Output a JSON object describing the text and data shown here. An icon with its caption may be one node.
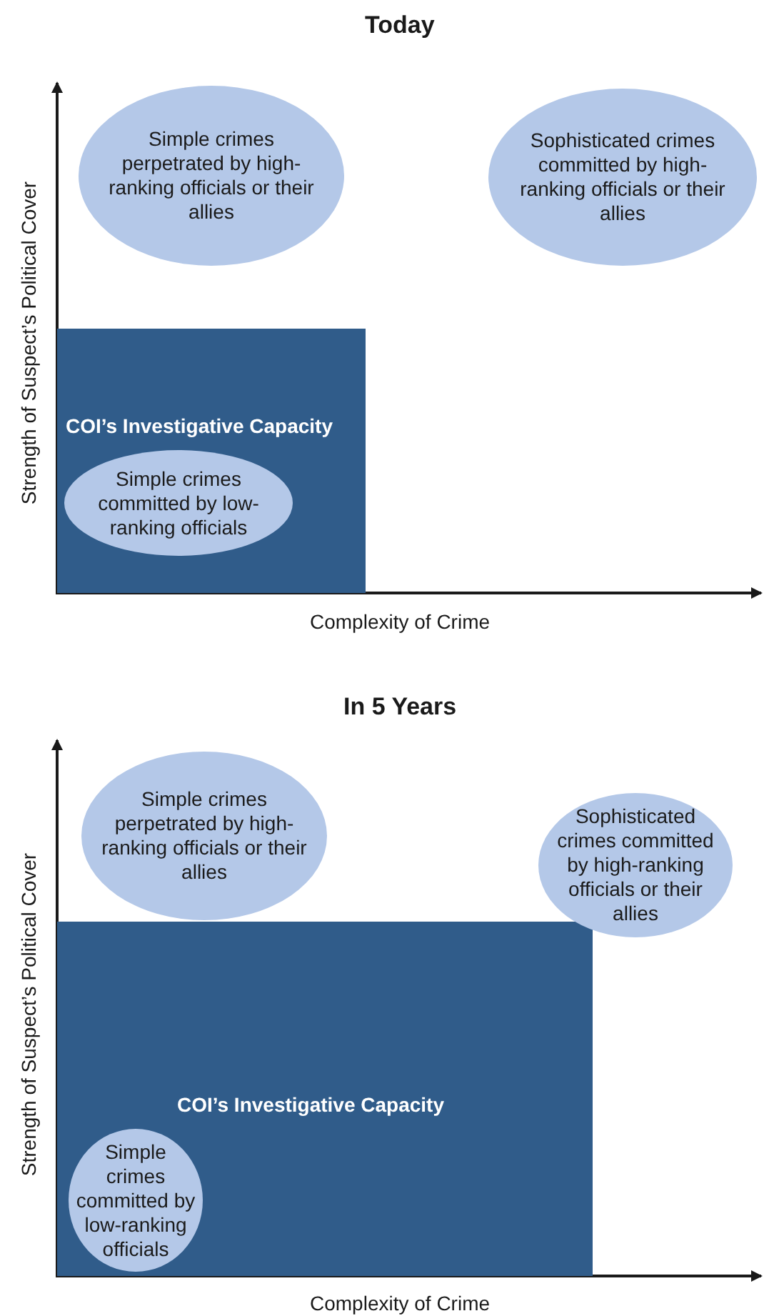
{
  "diagram": {
    "nodes": [
      {
        "text": [
          "Simple crimes perpetrated by high-ranking officials or their allies"
        ]
      },
      {
        "text": [
          "Sophisticated crimes committed by high-ranking officials or their allies"
        ]
      },
      {
        "text": [
          "COI’s Investigative Capacity"
        ]
      },
      {
        "text": [
          "Simple crimes committed by low-ranking officials"
        ],
        "in": 2
      },
      {
        "text": [
          "Simple crimes perpetrated by high-ranking officials or their allies"
        ]
      },
      {
        "text": [
          "Sophisticated crimes committed by high-ranking officials or their allies"
        ]
      },
      {
        "text": [
          "COI’s Investigative Capacity"
        ]
      },
      {
        "text": [
          "Simple crimes committed by low-ranking officials"
        ],
        "in": 6
      }
    ],
    "edges": [],
    "labels": [
      "Today",
      "Strength of Suspect’s Political Cover",
      "Complexity of Crime",
      "In 5 Years",
      "Strength of Suspect’s Political Cover",
      "Complexity of Crime"
    ]
  }
}
